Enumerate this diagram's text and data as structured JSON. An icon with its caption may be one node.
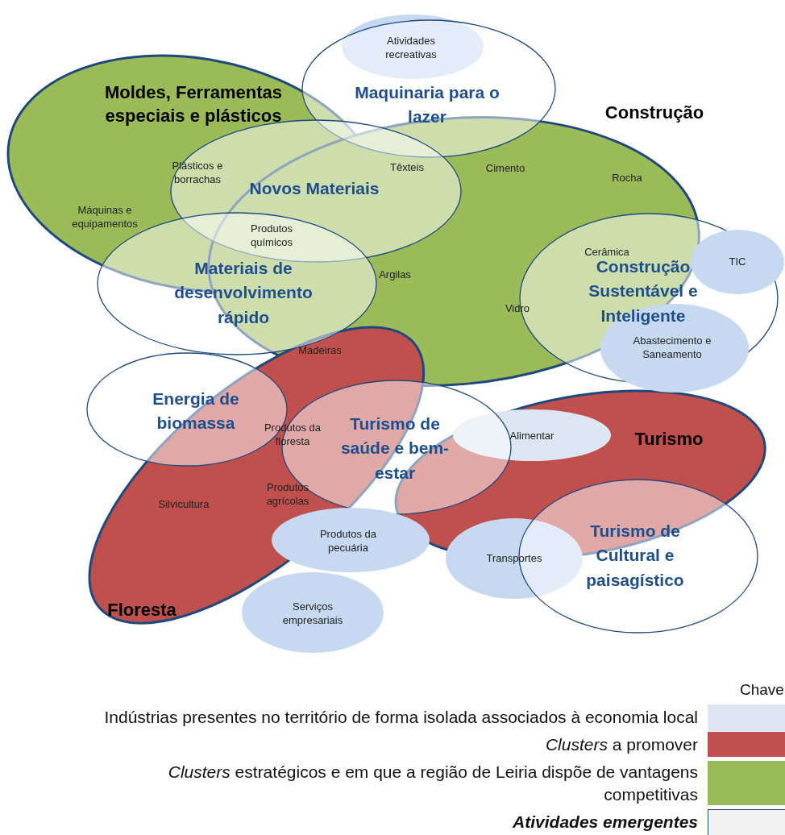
{
  "diagram": {
    "nodes": [
      {
        "text": [
          "Moldes, Ferramentas especiais e plásticos"
        ]
      },
      {
        "text": [
          "Construção"
        ]
      },
      {
        "text": [
          "Floresta"
        ]
      },
      {
        "text": [
          "Turismo"
        ]
      },
      {
        "text": [
          "Atividades recreativas"
        ]
      },
      {
        "text": [
          "Maquinaria para o lazer"
        ]
      },
      {
        "text": [
          "Novos Materiais"
        ]
      },
      {
        "text": [
          "Materiais de desenvolvimento rápido"
        ]
      },
      {
        "text": [
          "Construção Sustentável e Inteligente"
        ]
      },
      {
        "text": [
          "TIC"
        ]
      },
      {
        "text": [
          "Abastecimento e Saneamento"
        ]
      },
      {
        "text": [
          "Energia de biomassa"
        ]
      },
      {
        "text": [
          "Turismo de saúde e bem-estar"
        ]
      },
      {
        "text": [
          "Alimentar"
        ],
        "in": 3
      },
      {
        "text": [
          "Produtos da pecuária"
        ]
      },
      {
        "text": [
          "Transportes"
        ]
      },
      {
        "text": [
          "Turismo de Cultural e paisagístico"
        ]
      },
      {
        "text": [
          "Serviços empresariais"
        ]
      }
    ],
    "labels": [
      "Plásticos e borrachas",
      "Têxteis",
      "Cimento",
      "Rocha",
      "Máquinas e equipamentos",
      "Produtos químicos",
      "Argilas",
      "Cerâmica",
      "Vidro",
      "Madeiras",
      "Produtos da floresta",
      "Silvicultura",
      "Produtos agrícolas",
      "Chave"
    ],
    "legend": [
      {
        "text": "Indústrias presentes no território de forma isolada associados à economia local",
        "color": "#dce6f2"
      },
      {
        "text": "*Clusters* a promover",
        "color": "#c0504d"
      },
      {
        "text": "*Clusters* estratégicos e em que a região de Leiria dispõe de vantagens competitivas",
        "color": "#9bbb59"
      },
      {
        "text": "Atividades emergentes",
        "color": "#f2f2f2"
      }
    ]
  }
}
